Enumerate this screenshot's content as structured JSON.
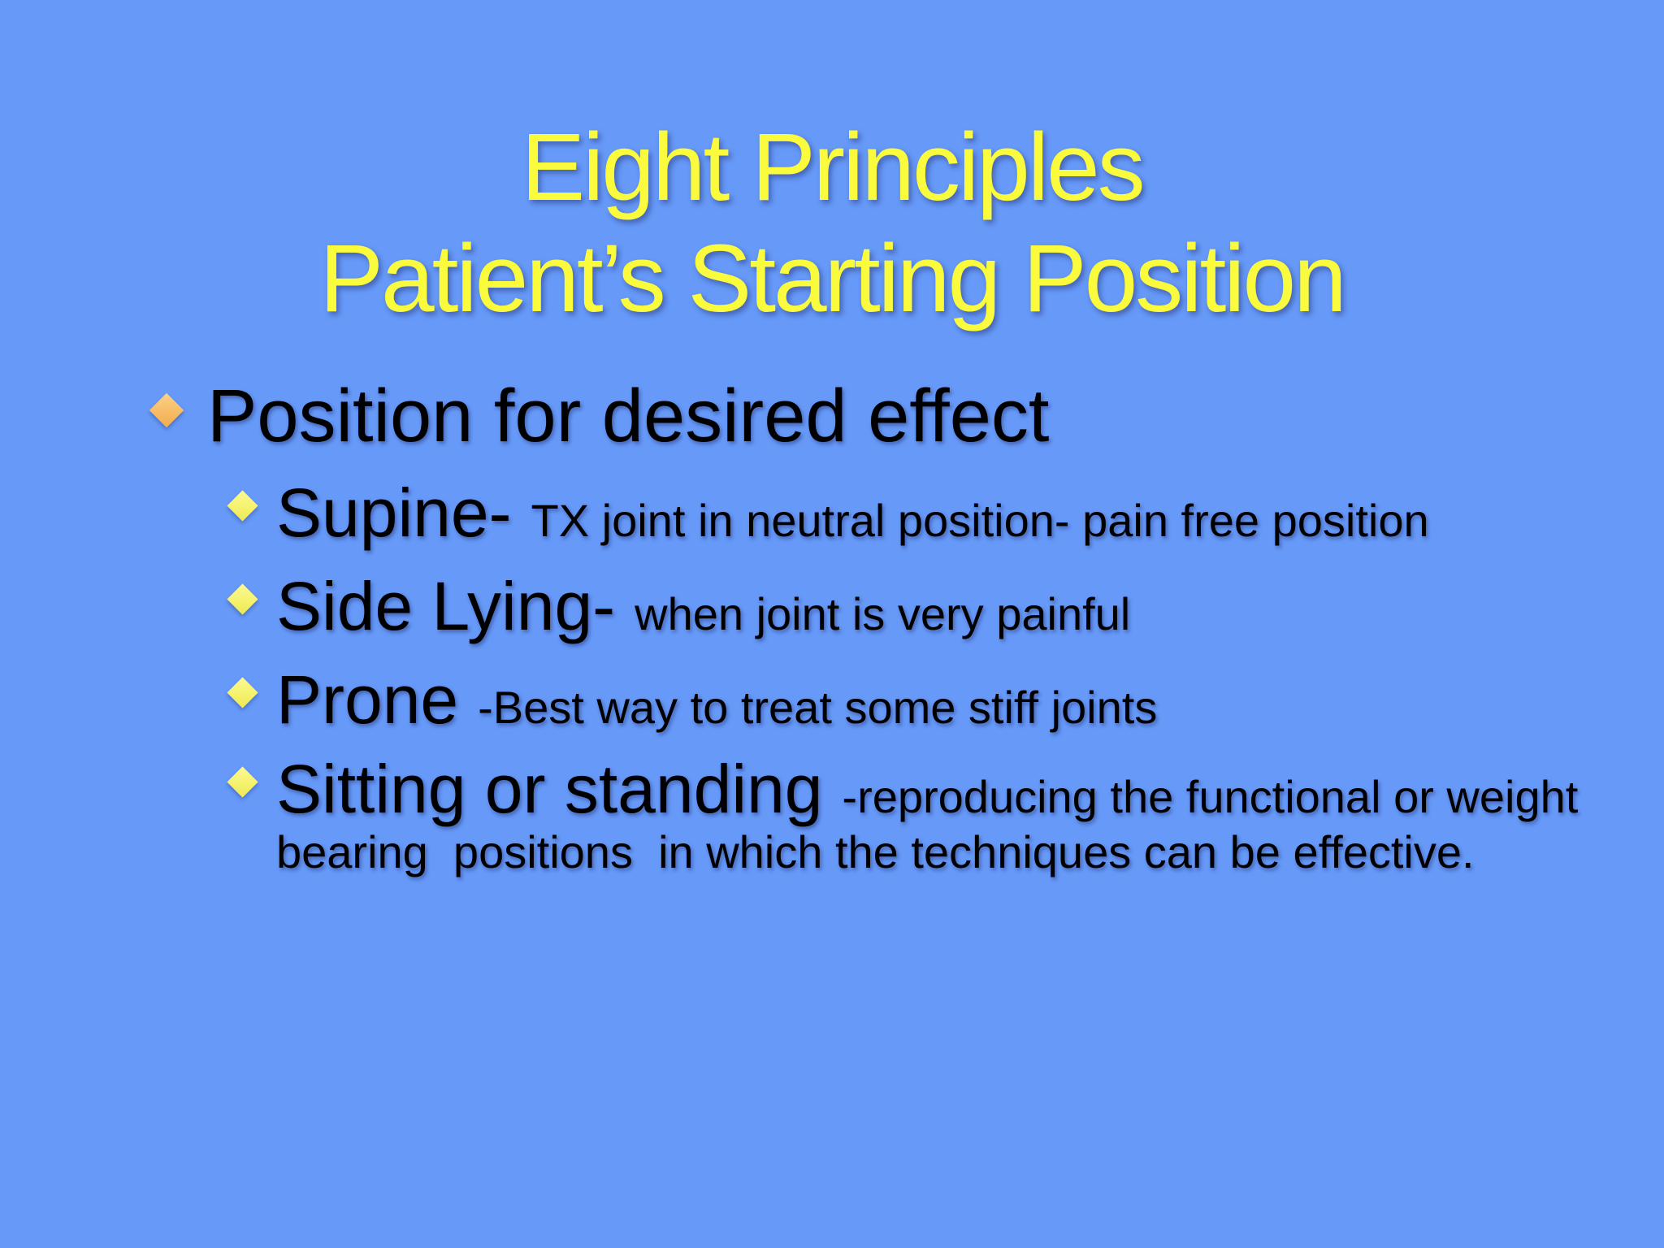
{
  "slide": {
    "background_color": "#6699F8",
    "title": {
      "line1": "Eight Principles",
      "line2": "Patient’s Starting Position",
      "color": "#FBFB3D"
    },
    "bullets": {
      "text_color": "#000000",
      "level1": {
        "bullet_icon": "diamond-bullet-icon",
        "bullet_color": "#F7BC66",
        "text": "Position for desired effect"
      },
      "level2_bullet_icon": "diamond-bullet-icon",
      "level2_bullet_color": "#F5F26E",
      "level2": [
        {
          "lead": "Supine-",
          "detail": "TX joint in neutral position- pain free position"
        },
        {
          "lead": "Side Lying-",
          "detail": "when joint is very painful"
        },
        {
          "lead": "Prone",
          "detail": "-Best way to treat some stiff joints"
        },
        {
          "lead": "Sitting or standing",
          "detail": "-reproducing the functional or weight",
          "detail_line2": "bearing  positions  in which the techniques can be effective."
        }
      ]
    }
  }
}
